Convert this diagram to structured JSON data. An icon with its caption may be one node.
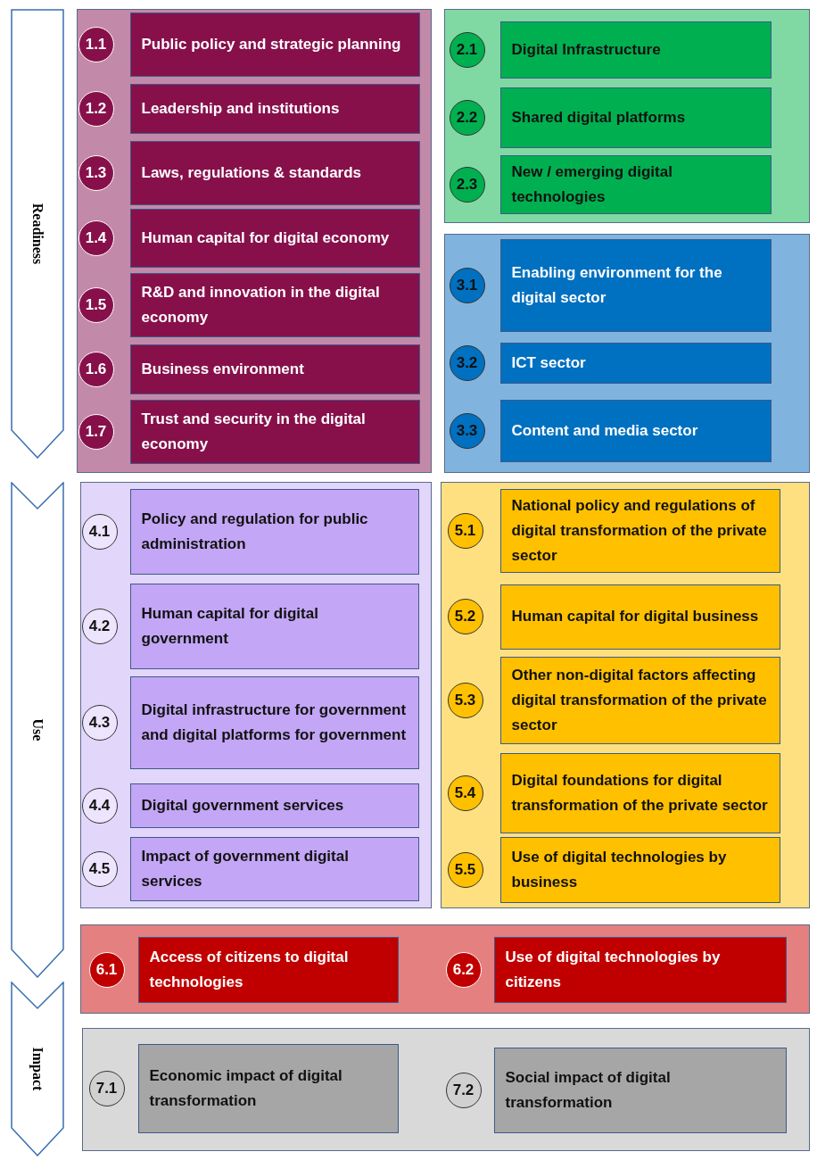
{
  "diagram": {
    "nodes": [
      {
        "text": [
          "Readiness"
        ]
      },
      {
        "text": [
          "Use"
        ]
      },
      {
        "text": [
          "Impact"
        ]
      },
      {
        "text": [],
        "shape": "box"
      },
      {
        "text": [
          "1.1"
        ],
        "in": 3
      },
      {
        "text": [
          "Public policy and strategic planning"
        ],
        "in": 3
      },
      {
        "text": [
          "1.2"
        ],
        "in": 3
      },
      {
        "text": [
          "Leadership and institutions"
        ],
        "in": 3
      },
      {
        "text": [
          "1.3"
        ],
        "in": 3
      },
      {
        "text": [
          "Laws, regulations & standards"
        ],
        "in": 3
      },
      {
        "text": [
          "1.4"
        ],
        "in": 3
      },
      {
        "text": [
          "Human capital for digital economy"
        ],
        "in": 3
      },
      {
        "text": [
          "1.5"
        ],
        "in": 3
      },
      {
        "text": [
          "R&D and innovation in the digital economy"
        ],
        "in": 3
      },
      {
        "text": [
          "1.6"
        ],
        "in": 3
      },
      {
        "text": [
          "Business environment"
        ],
        "in": 3
      },
      {
        "text": [
          "1.7"
        ],
        "in": 3
      },
      {
        "text": [
          "Trust and security in the digital economy"
        ],
        "in": 3
      },
      {
        "text": [],
        "shape": "box"
      },
      {
        "text": [
          "2.1"
        ],
        "in": 18
      },
      {
        "text": [
          "Digital Infrastructure"
        ],
        "in": 18
      },
      {
        "text": [
          "2.2"
        ],
        "in": 18
      },
      {
        "text": [
          "Shared digital platforms"
        ],
        "in": 18
      },
      {
        "text": [
          "2.3"
        ],
        "in": 18
      },
      {
        "text": [
          "New / emerging digital technologies"
        ],
        "in": 18
      },
      {
        "text": [],
        "shape": "box"
      },
      {
        "text": [
          "3.1"
        ],
        "in": 25
      },
      {
        "text": [
          "Enabling environment for the digital sector"
        ],
        "in": 25
      },
      {
        "text": [
          "3.2"
        ],
        "in": 25
      },
      {
        "text": [
          "ICT sector"
        ],
        "in": 25
      },
      {
        "text": [
          "3.3"
        ],
        "in": 25
      },
      {
        "text": [
          "Content and media sector"
        ],
        "in": 25
      },
      {
        "text": [],
        "shape": "box"
      },
      {
        "text": [
          "4.1"
        ],
        "in": 32
      },
      {
        "text": [
          "Policy and regulation for public administration"
        ],
        "in": 32
      },
      {
        "text": [
          "4.2"
        ],
        "in": 32
      },
      {
        "text": [
          "Human capital for digital government"
        ],
        "in": 32
      },
      {
        "text": [
          "4.3"
        ],
        "in": 32
      },
      {
        "text": [
          "Digital infrastructure for government and digital platforms for government"
        ],
        "in": 32
      },
      {
        "text": [
          "4.4"
        ],
        "in": 32
      },
      {
        "text": [
          "Digital government services"
        ],
        "in": 32
      },
      {
        "text": [
          "4.5"
        ],
        "in": 32
      },
      {
        "text": [
          "Impact of government digital services"
        ],
        "in": 32
      },
      {
        "text": [],
        "shape": "box"
      },
      {
        "text": [
          "5.1"
        ],
        "in": 43
      },
      {
        "text": [
          "National policy and regulations of digital transformation of the private sector"
        ],
        "in": 43
      },
      {
        "text": [
          "5.2"
        ],
        "in": 43
      },
      {
        "text": [
          "Human capital for digital business"
        ],
        "in": 43
      },
      {
        "text": [
          "5.3"
        ],
        "in": 43
      },
      {
        "text": [
          "Other non-digital factors affecting digital transformation of the private sector"
        ],
        "in": 43
      },
      {
        "text": [
          "5.4"
        ],
        "in": 43
      },
      {
        "text": [
          "Digital foundations for digital transformation of the private sector"
        ],
        "in": 43
      },
      {
        "text": [
          "5.5"
        ],
        "in": 43
      },
      {
        "text": [
          "Use of digital technologies by business"
        ],
        "in": 43
      },
      {
        "text": [],
        "shape": "box"
      },
      {
        "text": [
          "6.1"
        ],
        "in": 54
      },
      {
        "text": [
          "Access of citizens to digital technologies"
        ],
        "in": 54
      },
      {
        "text": [
          "6.2"
        ],
        "in": 54
      },
      {
        "text": [
          "Use of digital technologies by citizens"
        ],
        "in": 54
      },
      {
        "text": [],
        "shape": "box"
      },
      {
        "text": [
          "7.1"
        ],
        "in": 59
      },
      {
        "text": [
          "Economic impact of digital transformation"
        ],
        "in": 59
      },
      {
        "text": [
          "7.2"
        ],
        "in": 59
      },
      {
        "text": [
          "Social impact of digital transformation"
        ],
        "in": 59
      }
    ]
  }
}
